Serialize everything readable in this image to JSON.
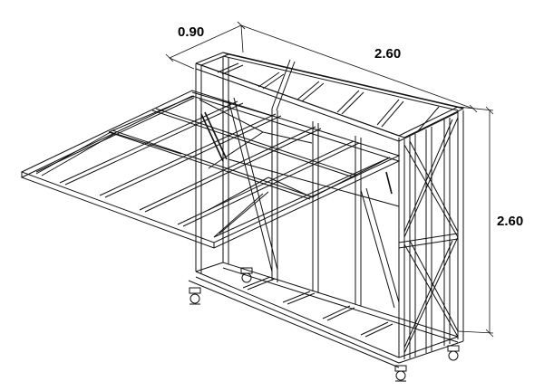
{
  "dimensions": {
    "depth": "0.90",
    "width": "2.60",
    "height": "2.60"
  }
}
